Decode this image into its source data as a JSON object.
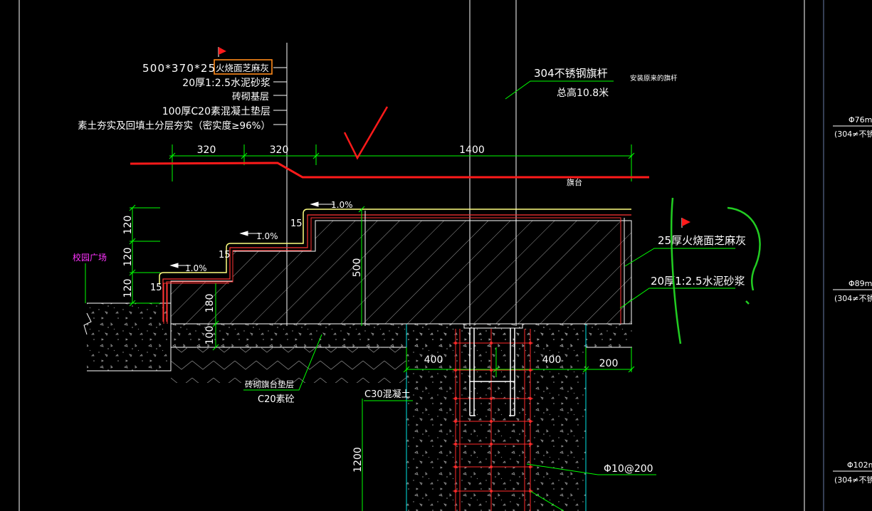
{
  "layers": {
    "callout": [
      "500*370*25火烧面芝麻灰",
      "20厚1:2.5水泥砂浆",
      "砖砌基层",
      "100厚C20素混凝土垫层",
      "素土夯实及回填土分层夯实（密实度≥96%）"
    ],
    "callout_highlight": "火烧面芝麻灰"
  },
  "flagpole": {
    "label": "304不锈钢旗杆",
    "height": "总高10.8米",
    "note": "安装原来的旗杆"
  },
  "dims": {
    "top": [
      "320",
      "320",
      "1400"
    ],
    "left": [
      "120",
      "120",
      "120",
      "180",
      "100"
    ],
    "steps": [
      "15",
      "15",
      "15"
    ],
    "slope": [
      "1.0%",
      "1.0%",
      "1.0%"
    ],
    "vertical": "500",
    "bottom": [
      "400",
      "400",
      "200"
    ],
    "foundation_depth": "1200"
  },
  "labels": {
    "platform": "旗台",
    "plaza": "校园广场",
    "finish": "25厚火烧面芝麻灰",
    "mortar": "20厚1:2.5水泥砂浆",
    "base1": "砖砌旗台垫层",
    "base2": "C20素砼",
    "concrete": "C30混凝土",
    "rebar": "Φ10@200"
  },
  "sidebar": [
    {
      "size": "Φ76m",
      "mat": "(304≠不锈"
    },
    {
      "size": "Φ89m",
      "mat": "(304≠不锈"
    },
    {
      "size": "Φ102m",
      "mat": "(304≠不锈"
    }
  ],
  "colors": {
    "line_white": "#ffffff",
    "dim_green": "#00ff00",
    "red": "#ff2a2a",
    "yellow": "#ffff80",
    "cyan": "#00e5e5",
    "magenta": "#ff33ff",
    "markup_red": "#ff0000",
    "markup_green": "#22cc22"
  }
}
